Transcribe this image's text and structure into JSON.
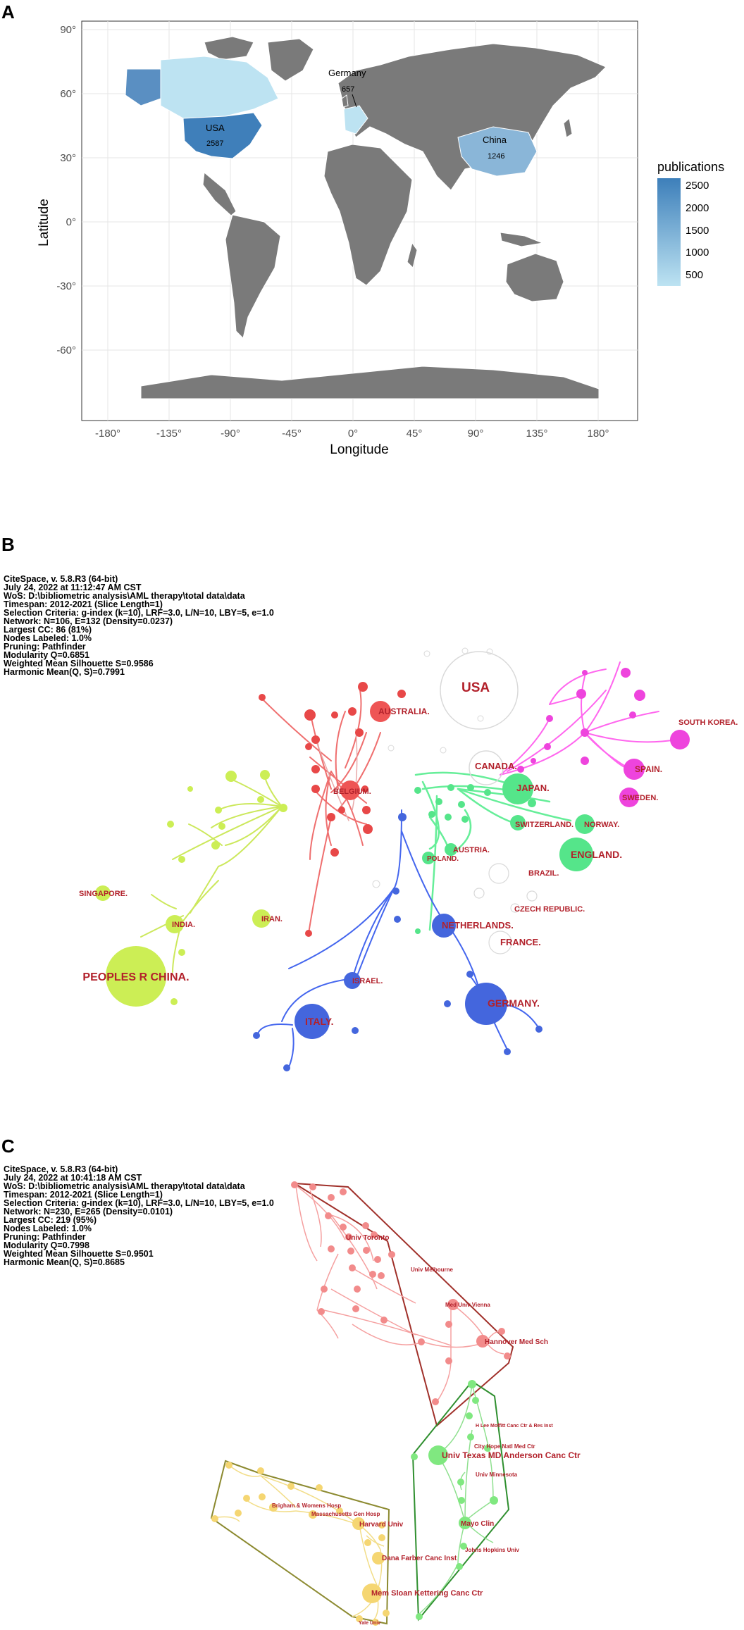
{
  "panels": {
    "a": {
      "letter": "A"
    },
    "b": {
      "letter": "B"
    },
    "c": {
      "letter": "C"
    }
  },
  "map": {
    "x_title": "Longitude",
    "y_title": "Latitude",
    "x_ticks": [
      "-180°",
      "-135°",
      "-90°",
      "-45°",
      "0°",
      "45°",
      "90°",
      "135°",
      "180°"
    ],
    "y_ticks": [
      "90°",
      "60°",
      "30°",
      "0°",
      "-30°",
      "-60°"
    ],
    "legend_title": "publications",
    "legend_ticks": [
      "2500",
      "2000",
      "1500",
      "1000",
      "500"
    ],
    "labels": [
      {
        "name": "USA",
        "value": "2587"
      },
      {
        "name": "Germany",
        "value": "657"
      },
      {
        "name": "China",
        "value": "1246"
      }
    ],
    "colors": {
      "low": "#bde3f2",
      "high": "#3d7fba",
      "land": "#7a7a7a"
    }
  },
  "meta_b": [
    "CiteSpace, v. 5.8.R3 (64-bit)",
    "July 24, 2022 at 11:12:47 AM CST",
    "WoS: D:\\bibliometric analysis\\AML therapy\\total data\\data",
    "Timespan: 2012-2021 (Slice Length=1)",
    "Selection Criteria: g-index (k=10), LRF=3.0, L/N=10, LBY=5, e=1.0",
    "Network: N=106, E=132 (Density=0.0237)",
    "Largest CC: 86 (81%)",
    "Nodes Labeled: 1.0%",
    "Pruning: Pathfinder",
    "Modularity Q=0.6851",
    "Weighted Mean Silhouette S=0.9586",
    "Harmonic Mean(Q, S)=0.7991"
  ],
  "countries": [
    {
      "label": "USA"
    },
    {
      "label": "AUSTRALIA."
    },
    {
      "label": "CANADA."
    },
    {
      "label": "SOUTH KOREA."
    },
    {
      "label": "SPAIN."
    },
    {
      "label": "SWEDEN."
    },
    {
      "label": "JAPAN."
    },
    {
      "label": "NORWAY."
    },
    {
      "label": "BELGIUM."
    },
    {
      "label": "SWITZERLAND."
    },
    {
      "label": "ENGLAND."
    },
    {
      "label": "SINGAPORE."
    },
    {
      "label": "INDIA."
    },
    {
      "label": "IRAN."
    },
    {
      "label": "AUSTRIA."
    },
    {
      "label": "POLAND."
    },
    {
      "label": "BRAZIL."
    },
    {
      "label": "CZECH REPUBLIC."
    },
    {
      "label": "FRANCE."
    },
    {
      "label": "NETHERLANDS."
    },
    {
      "label": "PEOPLES R CHINA."
    },
    {
      "label": "ISRAEL."
    },
    {
      "label": "GERMANY."
    },
    {
      "label": "ITALY."
    }
  ],
  "meta_c": [
    "CiteSpace, v. 5.8.R3 (64-bit)",
    "July 24, 2022 at 10:41:18 AM CST",
    "WoS: D:\\bibliometric analysis\\AML therapy\\total data\\data",
    "Timespan: 2012-2021 (Slice Length=1)",
    "Selection Criteria: g-index (k=10), LRF=3.0, L/N=10, LBY=5, e=1.0",
    "Network: N=230, E=265 (Density=0.0101)",
    "Largest CC: 219 (95%)",
    "Nodes Labeled: 1.0%",
    "Pruning: Pathfinder",
    "Modularity Q=0.7998",
    "Weighted Mean Silhouette S=0.9501",
    "Harmonic Mean(Q, S)=0.8685"
  ],
  "institutions": [
    {
      "label": "Univ Toronto"
    },
    {
      "label": "Univ Melbourne"
    },
    {
      "label": "Med Univ Vienna"
    },
    {
      "label": "Hannover Med Sch"
    },
    {
      "label": "H Lee Moffitt Canc Ctr & Res Inst"
    },
    {
      "label": "City Hope Natl Med Ctr"
    },
    {
      "label": "Univ Texas MD Anderson Canc Ctr"
    },
    {
      "label": "Univ Minnesota"
    },
    {
      "label": "Brigham & Womens Hosp"
    },
    {
      "label": "Massachusetts Gen Hosp"
    },
    {
      "label": "Harvard Univ"
    },
    {
      "label": "Mayo Clin"
    },
    {
      "label": "Johns Hopkins Univ"
    },
    {
      "label": "Dana Farber Canc Inst"
    },
    {
      "label": "Mem Sloan Kettering Canc Ctr"
    },
    {
      "label": "Yale Univ"
    }
  ]
}
